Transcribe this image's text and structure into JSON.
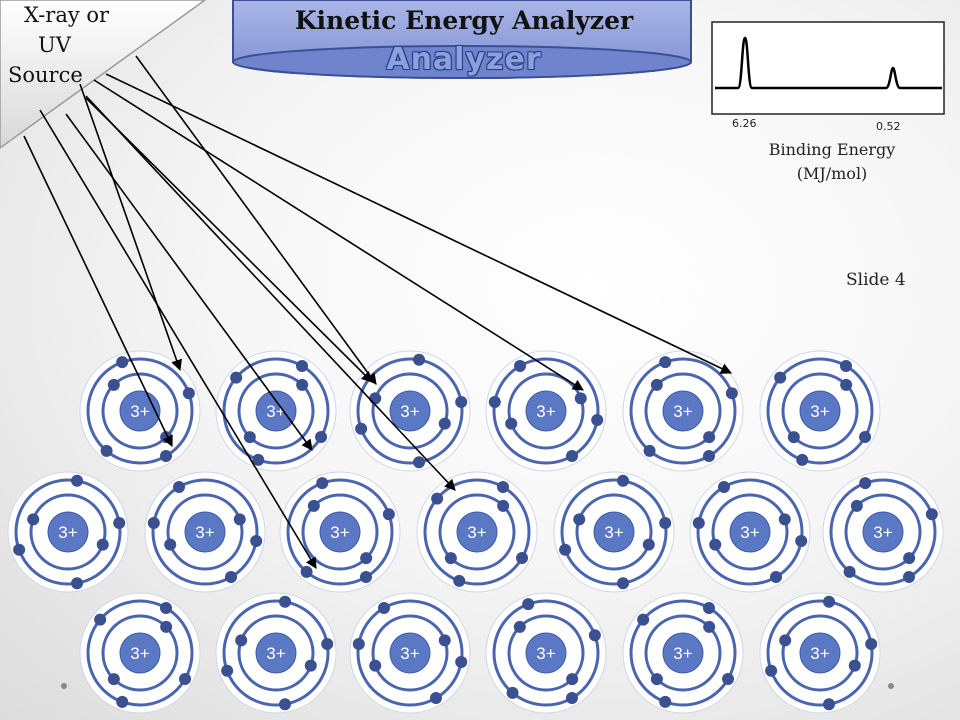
{
  "source": {
    "line1": "X-ray or",
    "line2": "UV",
    "line3": "Source"
  },
  "analyzer": {
    "title": "Kinetic Energy Analyzer",
    "subtitle": "Analyzer"
  },
  "spectrum": {
    "peak_left_label": "6.26",
    "peak_right_label": "0.52",
    "axis_label_line1": "Binding Energy",
    "axis_label_line2": "(MJ/mol)"
  },
  "slide_label": "Slide 4",
  "nucleus_label": "3+",
  "colors": {
    "nucleus": "#5b78c4",
    "orbit": "#4a64b0",
    "electron": "#3a5090",
    "arrow": "#000000",
    "analyzer_fill": "#8e9ed8"
  }
}
